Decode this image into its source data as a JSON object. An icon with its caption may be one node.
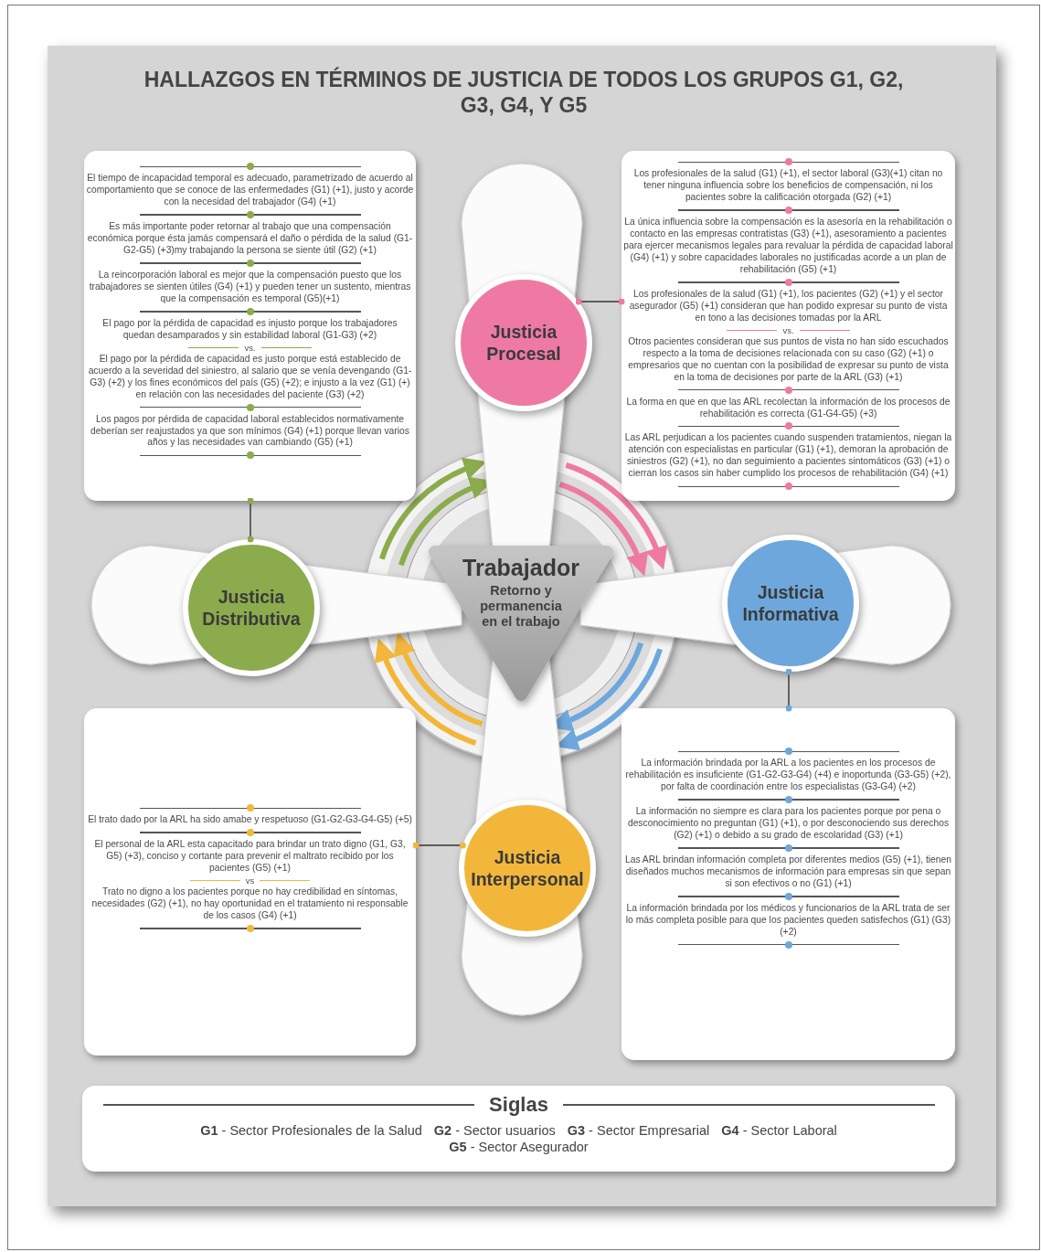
{
  "diagram": {
    "title": "HALLAZGOS EN TÉRMINOS DE JUSTICIA DE TODOS LOS GRUPOS G1, G2, G3, G4, Y G5",
    "nodes": [
      {
        "text": [
          "El tiempo de incapacidad temporal es adecuado, parametrizado de acuerdo al comportamiento que se conoce de las enfermedades (G1) (+1), justo y acorde con la necesidad del trabajador (G4) (+1)",
          "Es más importante poder retornar al trabajo que una compensación económica porque ésta jamás compensará el daño o pérdida de la salud (G1-G2-G5) (+3)my trabajando la persona se siente útil (G2) (+1)",
          "La reincorporación laboral es mejor que la compensación puesto que los trabajadores se sienten útiles (G4) (+1) y pueden tener un sustento, mientras que la compensación es temporal (G5)(+1)",
          "El pago por la pérdida de capacidad es injusto porque los trabajadores quedan desamparados y sin estabilidad laboral (G1-G3) (+2)",
          "vs.",
          "El pago por la pérdida de capacidad es justo porque está establecido de acuerdo a la severidad del siniestro, al salario que se venía devengando (G1-G3) (+2) y los fines económicos del país (G5) (+2); e injusto a la vez (G1) (+) en relación con las necesidades del paciente (G3) (+2)",
          "Los pagos por pérdida de capacidad laboral establecidos normativamente deberían ser reajustados ya que son mínimos (G4) (+1) porque llevan varios años y las necesidades van cambiando (G5) (+1)"
        ]
      },
      {
        "text": [
          "Los profesionales de la salud (G1) (+1), el sector laboral (G3)(+1) citan no tener ninguna influencia sobre los beneficios de compensación, ni los pacientes sobre la calificación otorgada (G2) (+1)",
          "La única influencia sobre la compensación es la asesoría en la rehabilitación o contacto en las empresas contratistas (G3) (+1), asesoramiento a pacientes para ejercer mecanismos legales para revaluar la pérdida de capacidad laboral (G4) (+1) y sobre capacidades laborales no justificadas acorde a un plan de rehabilitación (G5) (+1)",
          "Los profesionales de la salud (G1) (+1), los pacientes (G2) (+1) y el sector asegurador (G5) (+1) consideran que han podido expresar su punto de vista en tono a las decisiones tomadas por la ARL",
          "vs.",
          "Otros pacientes consideran que sus puntos de vista no han sido escuchados respecto a la toma de decisiones relacionada con su caso (G2) (+1) o empresarios que no cuentan con la posibilidad de expresar su punto de vista en la toma de decisiones por parte de la ARL (G3) (+1)",
          "La forma en que en que las ARL recolectan la información de los procesos de rehabilitación es correcta (G1-G4-G5) (+3)",
          "Las ARL perjudican a los pacientes cuando suspenden tratamientos, niegan la atención con especialistas en particular (G1) (+1), demoran la aprobación de siniestros (G2) (+1), no dan seguimiento a pacientes sintomáticos (G3) (+1) o cierran los casos sin haber cumplido los procesos de rehabilitación (G4) (+1)"
        ]
      },
      {
        "text": [
          "Justicia Procesal"
        ]
      },
      {
        "text": [
          "Justicia Distributiva"
        ]
      },
      {
        "text": [
          "Trabajador",
          "Retorno y permanencia en el trabajo"
        ]
      },
      {
        "text": [
          "Justicia Informativa"
        ]
      },
      {
        "text": [
          "Justicia Interpersonal"
        ]
      },
      {
        "text": [
          "El trato dado por la ARL ha sido amabe y respetuoso (G1-G2-G3-G4-G5) (+5)",
          "El personal de la ARL esta capacitado para brindar un trato digno (G1, G3, G5) (+3), conciso y cortante para prevenir el maltrato recibido por los pacientes (G5) (+1)",
          "vs",
          "Trato no digno a los pacientes porque no hay credibilidad en síntomas, necesidades (G2) (+1), no hay oportunidad en el tratamiento ni responsable de los casos (G4) (+1)"
        ]
      },
      {
        "text": [
          "La información brindada por la ARL a los pacientes en los procesos de rehabilitación es insuficiente (G1-G2-G3-G4) (+4) e inoportunda (G3-G5) (+2), por falta de coordinación entre los especialistas (G3-G4) (+2)",
          "La información no siempre es clara para los pacientes porque por pena o desconocimiento no preguntan (G1) (+1), o por desconociendo sus derechos (G2) (+1) o debido a su grado de escolaridad (G3) (+1)",
          "Las ARL brindan información completa por diferentes medios (G5) (+1), tienen diseñados muchos mecanismos de información para empresas sin que sepan si son efectivos o no (G1) (+1)",
          "La información brindada por los médicos y funcionarios de la ARL trata de ser lo más completa posible para que los pacientes queden satisfechos (G1) (G3) (+2)"
        ]
      },
      {
        "text": [
          "Siglas",
          "**G1** - Sector Profesionales de la Salud",
          "**G2** - Sector usuarios",
          "**G3** - Sector Empresarial",
          "**G4** - Sector Laboral",
          "**G5** - Sector Asegurador"
        ]
      }
    ],
    "edges": [
      {
        "from": 2,
        "to": 1,
        "arrow": "other"
      },
      {
        "from": 3,
        "to": 0,
        "arrow": "other"
      },
      {
        "from": 5,
        "to": 8,
        "arrow": "other"
      },
      {
        "from": 6,
        "to": 7,
        "arrow": "other"
      }
    ]
  }
}
